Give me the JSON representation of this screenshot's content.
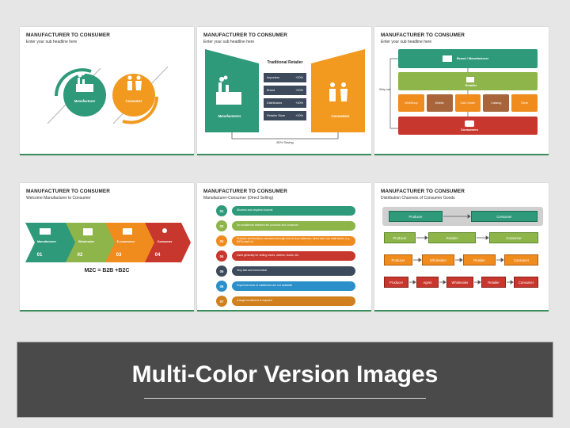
{
  "slide1": {
    "title": "MANUFACTURER TO CONSUMER",
    "subtitle": "Enter your sub headline here",
    "left_label": "Manufacturer",
    "right_label": "Consumer",
    "colors": {
      "left": "#2e9a7a",
      "right": "#f29a1f"
    }
  },
  "slide2": {
    "title": "MANUFACTURER TO CONSUMER",
    "subtitle": "Enter your sub headline here",
    "center_title": "Traditional Retailer",
    "left_label": "Manufacturers",
    "right_label": "Consumers",
    "rows": [
      {
        "label": "Importers",
        "value": "+20%"
      },
      {
        "label": "Brand",
        "value": "+20%"
      },
      {
        "label": "Distributors",
        "value": "+20%"
      },
      {
        "label": "Retailer Store",
        "value": "+20%"
      }
    ],
    "saving": "80% Saving",
    "colors": {
      "left": "#2e9a7a",
      "right": "#f29a1f",
      "rows": "#3d4a5c"
    }
  },
  "slide3": {
    "title": "MANUFACTURER TO CONSUMER",
    "subtitle": "Enter your sub headline here",
    "top": "Brand / Manufacturer",
    "middle": "Retailer",
    "side_label": "Why not",
    "channels": [
      "WebShop",
      "Mobile",
      "Call Center",
      "Catalog",
      "Store"
    ],
    "bottom": "Consumers",
    "colors": {
      "top": "#2e9a7a",
      "middle": "#8db54a",
      "channel": "#f08b1e",
      "channel_alt": "#a8653b",
      "bottom": "#c8372d"
    }
  },
  "slide4": {
    "title": "MANUFACTURER TO CONSUMER",
    "subtitle": "Welcome Manufacturer to Consumer",
    "steps": [
      {
        "label": "Manufacturer",
        "num": "01",
        "color": "#2e9a7a"
      },
      {
        "label": "Wholesaler",
        "num": "02",
        "color": "#8db54a"
      },
      {
        "label": "E-commerce",
        "num": "03",
        "color": "#f08b1e"
      },
      {
        "label": "Consumer",
        "num": "04",
        "color": "#c8372d"
      }
    ],
    "formula": "M2C = B2B +B2C"
  },
  "slide5": {
    "title": "MANUFACTURER TO CONSUMER",
    "subtitle": "Manufacturer-Consumer (Direct Selling)",
    "items": [
      {
        "num": "01",
        "text": "Shortest and simplest channel",
        "color": "#2e9a7a"
      },
      {
        "num": "02",
        "text": "No middleman between the producer and consumer",
        "color": "#8db54a"
      },
      {
        "num": "03",
        "text": "Producer sell directly to consumers through door-to-door salesmen, direct mail, own retail stores, e.g., BATA retail Ltd.",
        "color": "#f08b1e"
      },
      {
        "num": "04",
        "text": "Used generally for selling shoes, clothes, books, etc.",
        "color": "#c8372d"
      },
      {
        "num": "05",
        "text": "Very fast and economical",
        "color": "#3d4a5c"
      },
      {
        "num": "06",
        "text": "Expert services of middlemen are not available",
        "color": "#2b8fc9"
      },
      {
        "num": "07",
        "text": "A large investment is required",
        "color": "#d0801e"
      }
    ]
  },
  "slide6": {
    "title": "MANUFACTURER TO CONSUMER",
    "subtitle": "Distribution Channels of Consumer Goods",
    "rows": [
      {
        "items": [
          "Producer",
          "Consumer"
        ],
        "color": "#2e9a7a"
      },
      {
        "items": [
          "Producer",
          "Retailer",
          "Consumer"
        ],
        "color": "#8db54a"
      },
      {
        "items": [
          "Producer",
          "Wholesaler",
          "Retailer",
          "Consumer"
        ],
        "color": "#f08b1e"
      },
      {
        "items": [
          "Producer",
          "Agent",
          "Wholesaler",
          "Retailer",
          "Consumer"
        ],
        "color": "#c8372d"
      }
    ]
  },
  "banner": {
    "title": "Multi-Color Version Images"
  }
}
